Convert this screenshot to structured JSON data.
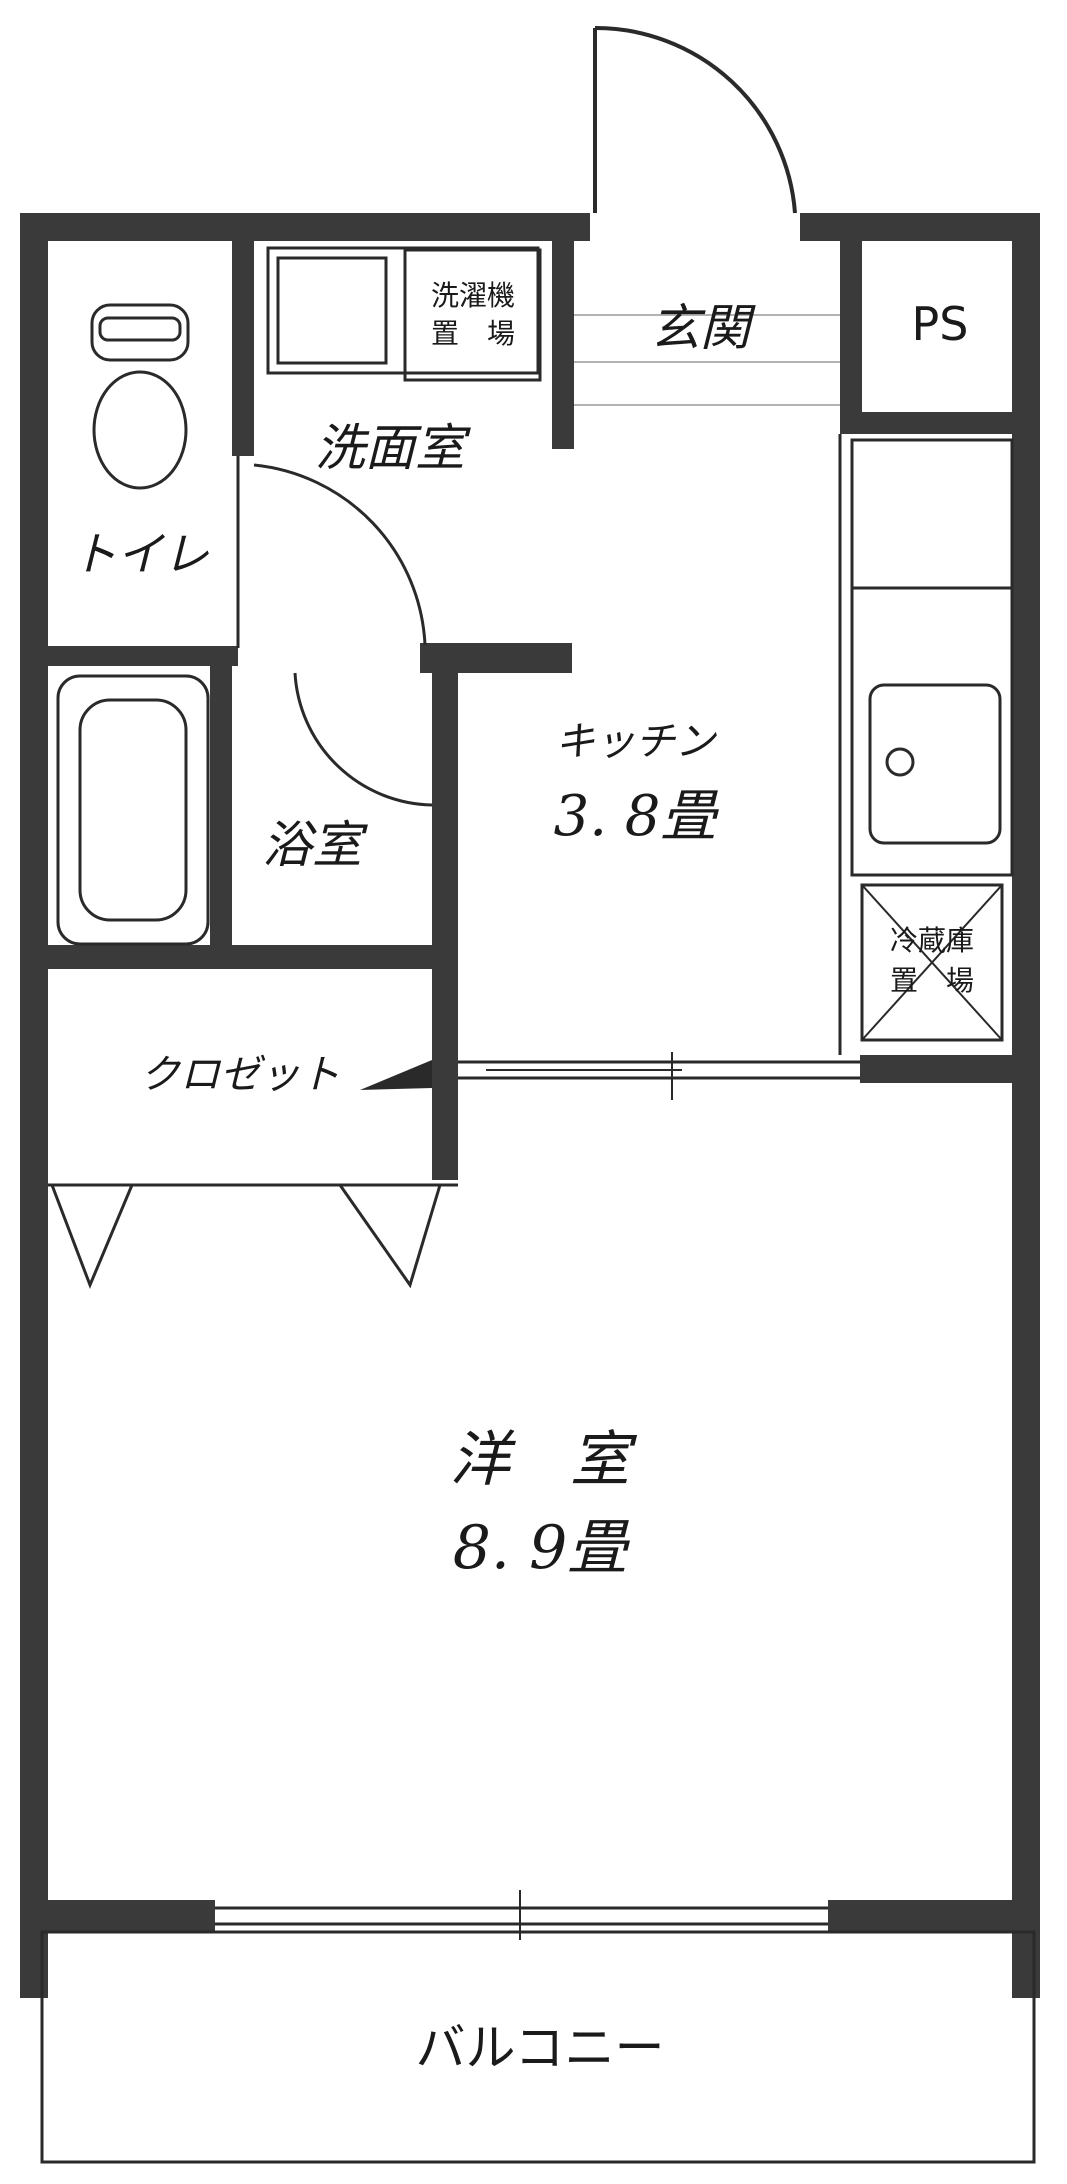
{
  "rooms": {
    "entrance": "玄関",
    "ps": "PS",
    "washroom": "洗面室",
    "washer_line1": "洗濯機",
    "washer_line2": "置　場",
    "toilet": "トイレ",
    "bath": "浴室",
    "kitchen": "キッチン",
    "kitchen_size": "3. 8畳",
    "fridge_line1": "冷蔵庫",
    "fridge_line2": "置　場",
    "closet": "クロゼット",
    "western_room": "洋　室",
    "western_size": "8. 9畳",
    "balcony": "バルコニー"
  },
  "colors": {
    "wall": "#3a3a3a",
    "line": "#2a2a2a",
    "floor": "#ffffff"
  }
}
